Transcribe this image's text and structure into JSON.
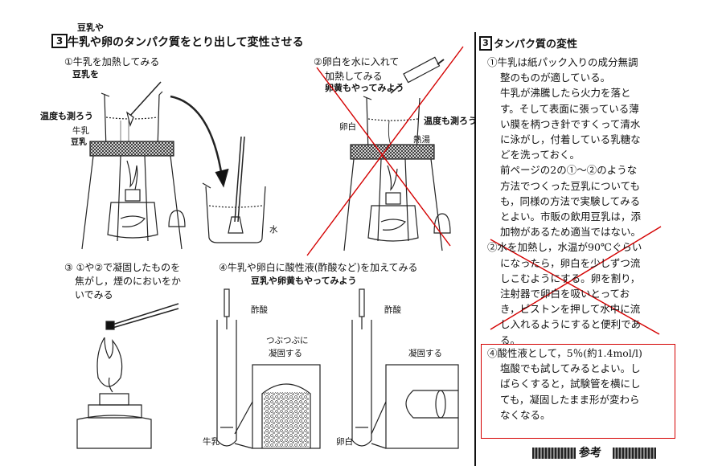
{
  "left": {
    "note_top": "豆乳や",
    "section_number": "3",
    "section_title": "牛乳や卵のタンパク質をとり出して変性させる",
    "step1_label": "①牛乳を加熱してみる",
    "step1_note": "豆乳を",
    "temp_note_left": "温度も測ろう",
    "label_milk": "牛乳",
    "label_soy": "豆乳",
    "step2_label_line1": "②卵白を水に入れて",
    "step2_label_line2": "加熱してみる",
    "step2_note": "卵黄もやってみよう",
    "temp_note_right": "温度も測ろう",
    "label_eggwhite": "卵白",
    "label_hotwater": "熱湯",
    "label_water": "水",
    "step3_line1": "③ ①や②で凝固したものを",
    "step3_line2": "焦がし，煙のにおいをか",
    "step3_line3": "いでみる",
    "step4_label": "④牛乳や卵白に酸性液(酢酸など)を加えてみる",
    "step4_note": "豆乳や卵黄もやってみよう",
    "label_vinegar1": "酢酸",
    "label_vinegar2": "酢酸",
    "callout1_line1": "つぶつぶに",
    "callout1_line2": "凝固する",
    "callout2": "凝固する",
    "label_milk_tube": "牛乳",
    "label_eggwhite_tube": "卵白"
  },
  "right": {
    "section_number": "3",
    "heading": "タンパク質の変性",
    "lines": [
      {
        "text": "①牛乳は紙パック入りの成分無調",
        "indent": 0
      },
      {
        "text": "整のものが適している。",
        "indent": 1
      },
      {
        "text": "牛乳が沸騰したら火力を落と",
        "indent": 1
      },
      {
        "text": "す。そして表面に張っている薄",
        "indent": 1
      },
      {
        "text": "い膜を柄つき針ですくって清水",
        "indent": 1
      },
      {
        "text": "に泳がし，付着している乳糖な",
        "indent": 1
      },
      {
        "text": "どを洗っておく。",
        "indent": 1
      },
      {
        "text": "前ページの2の①〜②のような",
        "indent": 1
      },
      {
        "text": "方法でつくった豆乳についても",
        "indent": 1
      },
      {
        "text": "も，同様の方法で実験してみる",
        "indent": 1
      },
      {
        "text": "とよい。市販の飲用豆乳は，添",
        "indent": 1
      },
      {
        "text": "加物があるため適当ではない。",
        "indent": 1
      },
      {
        "text": "②水を加熱し，水温が90℃ぐらい",
        "indent": 0
      },
      {
        "text": "になったら，卵白を少しずつ流",
        "indent": 1
      },
      {
        "text": "しこむようにする。卵を割り，",
        "indent": 1
      },
      {
        "text": "注射器で卵白を吸いとってお",
        "indent": 1
      },
      {
        "text": "き，ピストンを押して水中に流",
        "indent": 1
      },
      {
        "text": "し入れるようにすると便利であ",
        "indent": 1
      },
      {
        "text": "る。",
        "indent": 1
      }
    ],
    "box_lines": [
      "④酸性液として，5％(約1.4mol/l)",
      "塩酸でも試してみるとよい。し",
      "ばらくすると，試験管を横にし",
      "ても，凝固したまま形が変わら",
      "なくなる。"
    ],
    "footer": "参考"
  },
  "colors": {
    "ink": "#111111",
    "annotation_red": "#d40000"
  }
}
